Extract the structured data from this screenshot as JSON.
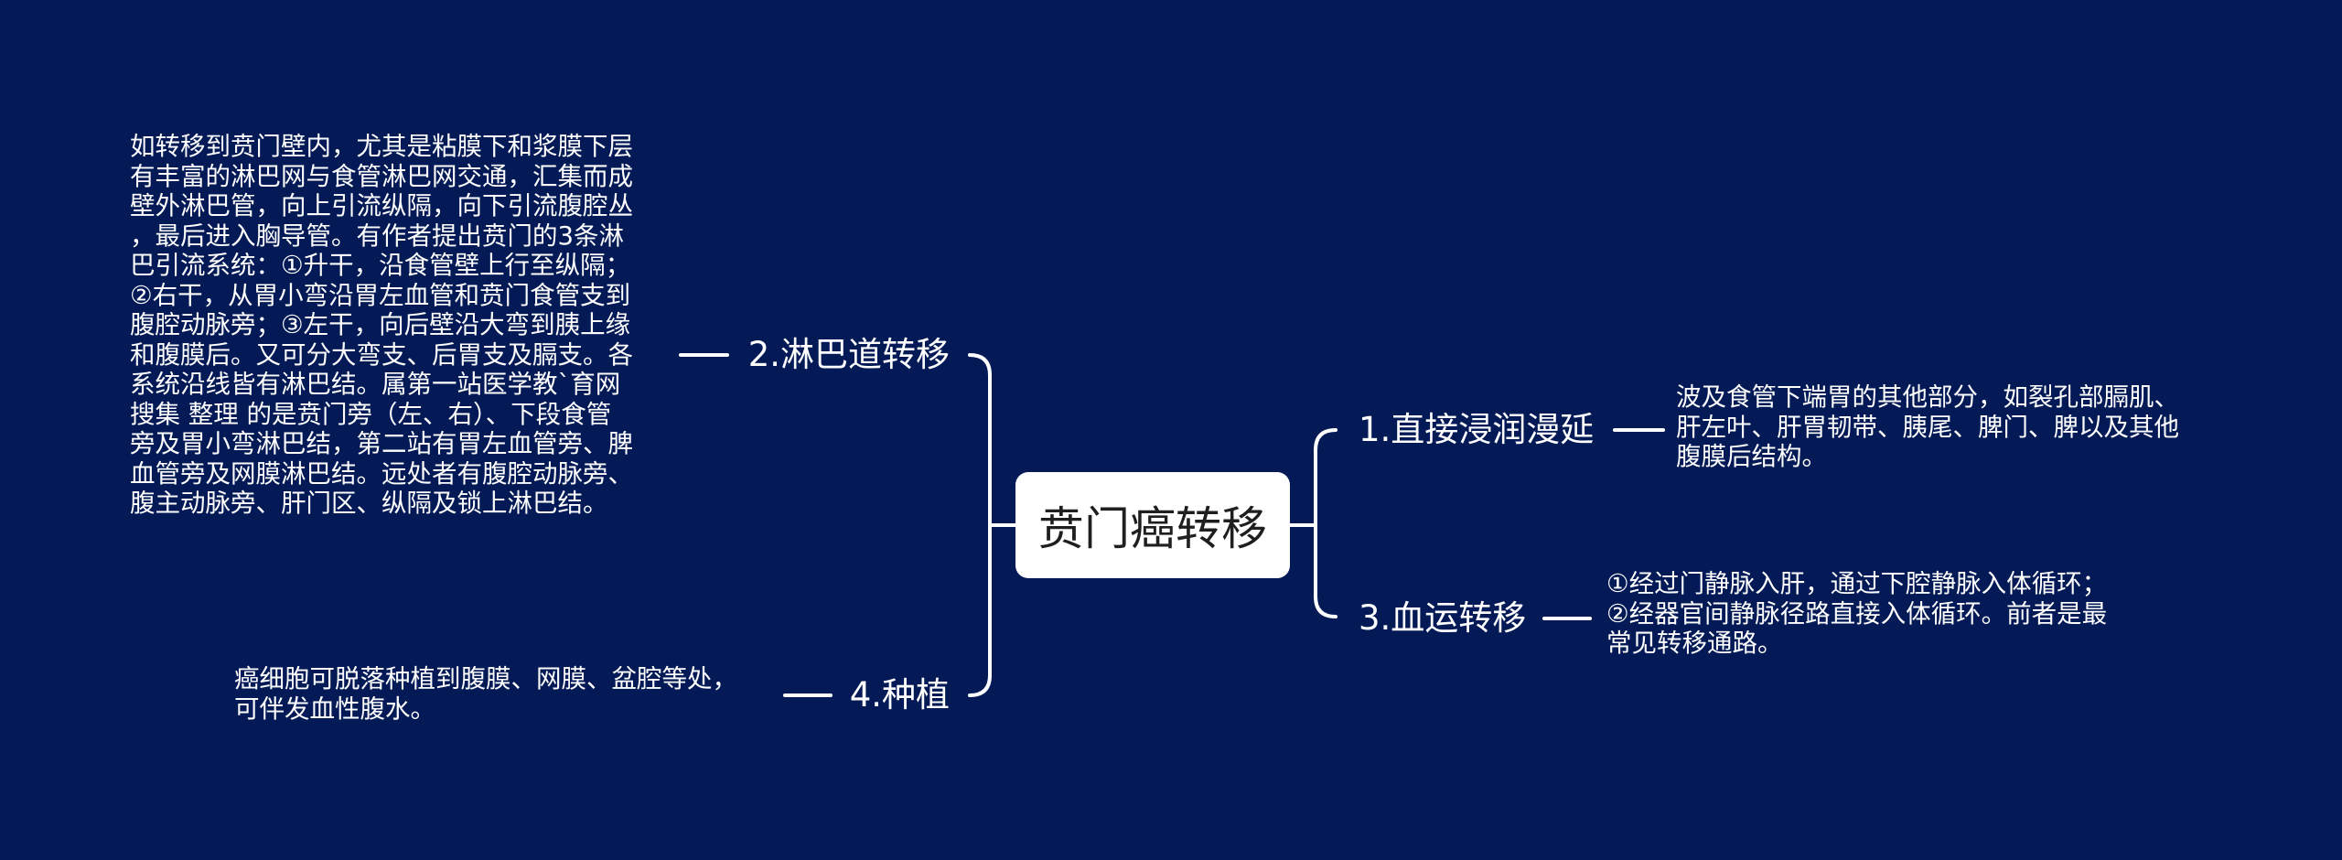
{
  "root": {
    "label": "贲门癌转移"
  },
  "branches": {
    "direct": {
      "label": "1.直接浸润漫延",
      "detail_lines": [
        "波及食管下端胃的其他部分，如裂孔部膈肌、",
        "肝左叶、肝胃韧带、胰尾、脾门、脾以及其他",
        "腹膜后结构。"
      ]
    },
    "lymph": {
      "label": "2.淋巴道转移",
      "detail_lines": [
        "如转移到贲门壁内，尤其是粘膜下和浆膜下层",
        "有丰富的淋巴网与食管淋巴网交通，汇集而成",
        "壁外淋巴管，向上引流纵隔，向下引流腹腔丛",
        "，最后进入胸导管。有作者提出贲门的3条淋",
        "巴引流系统：①升干，沿食管壁上行至纵隔；",
        "②右干，从胃小弯沿胃左血管和贲门食管支到",
        "腹腔动脉旁；③左干，向后壁沿大弯到胰上缘",
        "和腹膜后。又可分大弯支、后胃支及膈支。各",
        "系统沿线皆有淋巴结。属第一站医学教`育网",
        "搜集 整理 的是贲门旁（左、右）、下段食管",
        "旁及胃小弯淋巴结，第二站有胃左血管旁、脾",
        "血管旁及网膜淋巴结。远处者有腹腔动脉旁、",
        "腹主动脉旁、肝门区、纵隔及锁上淋巴结。"
      ]
    },
    "blood": {
      "label": "3.血运转移",
      "detail_lines": [
        "①经过门静脉入肝，通过下腔静脉入体循环；",
        "②经器官间静脉径路直接入体循环。前者是最",
        "常见转移通路。"
      ]
    },
    "implant": {
      "label": "4.种植",
      "detail_lines": [
        "癌细胞可脱落种植到腹膜、网膜、盆腔等处，",
        "可伴发血性腹水。"
      ]
    }
  },
  "colors": {
    "background": "#031a57",
    "root_fill": "#ffffff",
    "root_text": "#1f1f1f",
    "text": "#ffffff",
    "connector": "#ffffff"
  }
}
